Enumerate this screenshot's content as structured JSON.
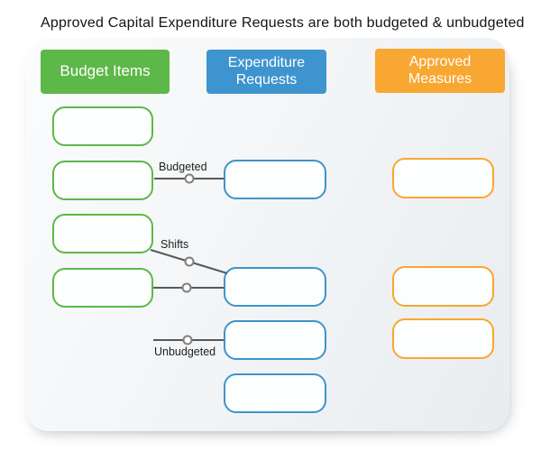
{
  "title": "Approved Capital Expenditure Requests are both budgeted & unbudgeted",
  "columns": [
    {
      "id": "budget-items",
      "label": "Budget Items",
      "color": "#5CB848",
      "item_count": 4
    },
    {
      "id": "expenditure-requests",
      "label": "Expenditure Requests",
      "color": "#3E94CE",
      "item_count": 4
    },
    {
      "id": "approved-measures",
      "label": "Approved Measures",
      "color": "#F8A732",
      "item_count": 3
    }
  ],
  "connectors": [
    {
      "label": "Budgeted",
      "from": "budget-item-2",
      "to": "expenditure-request-1"
    },
    {
      "label": "Shifts",
      "from": "budget-item-3",
      "to": "expenditure-request-2"
    },
    {
      "label": "",
      "from": "budget-item-4",
      "to": "expenditure-request-2"
    },
    {
      "label": "Unbudgeted",
      "from": "",
      "to": "expenditure-request-3"
    }
  ],
  "connector_style": {
    "line_color": "#595959",
    "node_fill": "#ffffff",
    "node_stroke": "#7f7f7f"
  }
}
